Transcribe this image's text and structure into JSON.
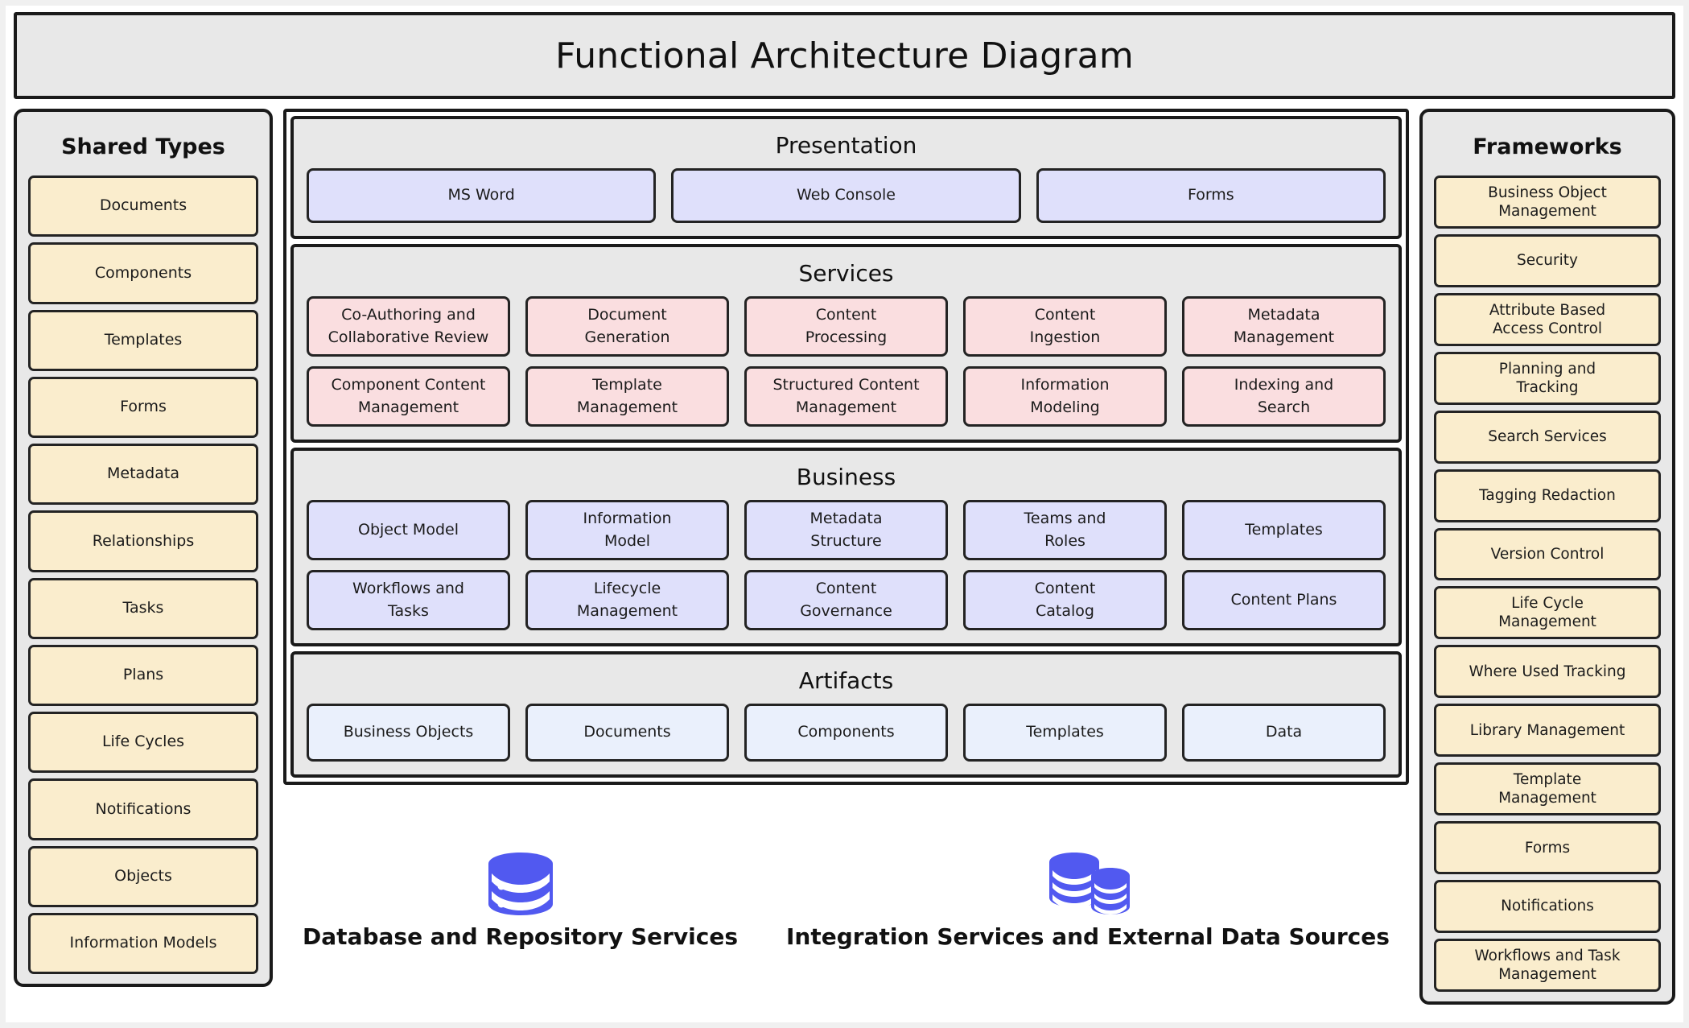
{
  "page": {
    "title": "Functional Architecture Diagram",
    "colors": {
      "panel_background": "#e8e8e8",
      "border": "#1a1a1a",
      "shared_type_fill": "#faedcd",
      "framework_fill": "#faedcd",
      "presentation_fill": "#dfe0fb",
      "services_fill": "#fadee0",
      "business_fill": "#dfe0fb",
      "artifacts_fill": "#eaf0fc",
      "icon_accent": "#5159f0"
    }
  },
  "shared_types": {
    "title": "Shared Types",
    "items": [
      "Documents",
      "Components",
      "Templates",
      "Forms",
      "Metadata",
      "Relationships",
      "Tasks",
      "Plans",
      "Life Cycles",
      "Notifications",
      "Objects",
      "Information Models"
    ]
  },
  "frameworks": {
    "title": "Frameworks",
    "items": [
      "Business Object\nManagement",
      "Security",
      "Attribute Based\nAccess Control",
      "Planning and\nTracking",
      "Search Services",
      "Tagging Redaction",
      "Version Control",
      "Life Cycle\nManagement",
      "Where Used Tracking",
      "Library Management",
      "Template\nManagement",
      "Forms",
      "Notifications",
      "Workflows and Task\nManagement"
    ]
  },
  "layers": [
    {
      "key": "presentation",
      "title": "Presentation",
      "rows": [
        [
          "MS Word",
          "Web Console",
          "Forms"
        ]
      ]
    },
    {
      "key": "services",
      "title": "Services",
      "rows": [
        [
          "Co-Authoring and\nCollaborative Review",
          "Document\nGeneration",
          "Content\nProcessing",
          "Content\nIngestion",
          "Metadata\nManagement"
        ],
        [
          "Component Content\nManagement",
          "Template\nManagement",
          "Structured Content\nManagement",
          "Information\nModeling",
          "Indexing and\nSearch"
        ]
      ]
    },
    {
      "key": "business",
      "title": "Business",
      "rows": [
        [
          "Object Model",
          "Information\nModel",
          "Metadata\nStructure",
          "Teams and\nRoles",
          "Templates"
        ],
        [
          "Workflows and\nTasks",
          "Lifecycle\nManagement",
          "Content\nGovernance",
          "Content\nCatalog",
          "Content Plans"
        ]
      ]
    },
    {
      "key": "artifacts",
      "title": "Artifacts",
      "rows": [
        [
          "Business Objects",
          "Documents",
          "Components",
          "Templates",
          "Data"
        ]
      ]
    }
  ],
  "footer_services": [
    {
      "icon": "database-icon",
      "label": "Database and Repository Services"
    },
    {
      "icon": "multi-database-icon",
      "label": "Integration Services and External Data Sources"
    }
  ]
}
